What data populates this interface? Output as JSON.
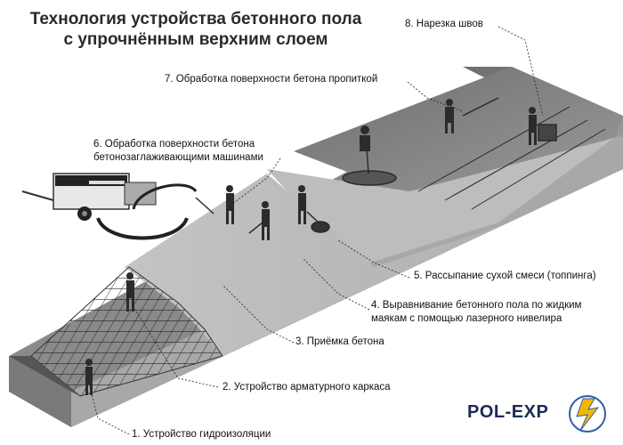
{
  "title": {
    "line1": "Технология устройства бетонного пола",
    "line2": "с упрочнённым верхним слоем"
  },
  "steps": [
    {
      "label": "1. Устройство гидроизоляции"
    },
    {
      "label": "2. Устройство арматурного каркаса"
    },
    {
      "label": "3. Приёмка бетона"
    },
    {
      "label": "4. Выравнивание бетонного пола по жидким"
    },
    {
      "label": "маякам с помощью лазерного нивелира"
    },
    {
      "label": "5. Рассыпание сухой смеси (топпинга)"
    },
    {
      "label": "6. Обработка поверхности бетона"
    },
    {
      "label": "бетонозаглаживающими машинами"
    },
    {
      "label": "7. Обработка поверхности бетона пропиткой"
    },
    {
      "label": "8. Нарезка швов"
    }
  ],
  "logo": {
    "text": "POL-EXP"
  },
  "colors": {
    "logo_text": "#1a2a55",
    "logo_accent": "#f2b705",
    "logo_blue": "#2f5fa8"
  }
}
